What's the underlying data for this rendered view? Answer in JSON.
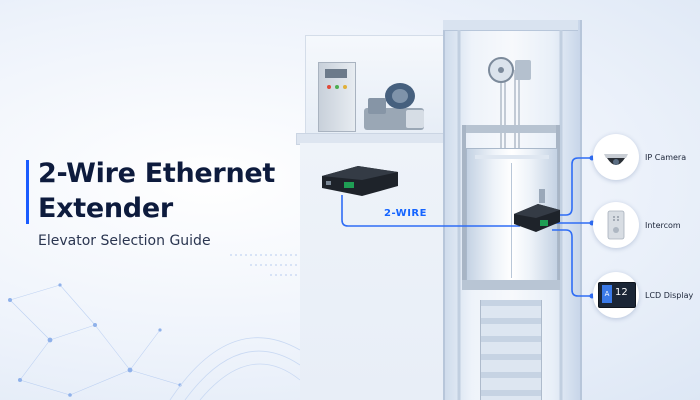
{
  "hero": {
    "title": "2-Wire Ethernet Extender",
    "subtitle": "Elevator Selection Guide"
  },
  "diagram": {
    "wire_label": "2-WIRE",
    "devices": [
      {
        "label": "IP Camera",
        "icon": "dome-camera-icon"
      },
      {
        "label": "Intercom",
        "icon": "intercom-panel-icon"
      },
      {
        "label": "LCD Display",
        "icon": "lcd-display-icon",
        "screen_text": "A",
        "screen_number": "12"
      }
    ]
  },
  "colors": {
    "accent": "#1a5cff",
    "title": "#0d1b3d",
    "connection_line": "#2f6df5",
    "device_body": "#1e232a",
    "terminal": "#1f9e54"
  }
}
